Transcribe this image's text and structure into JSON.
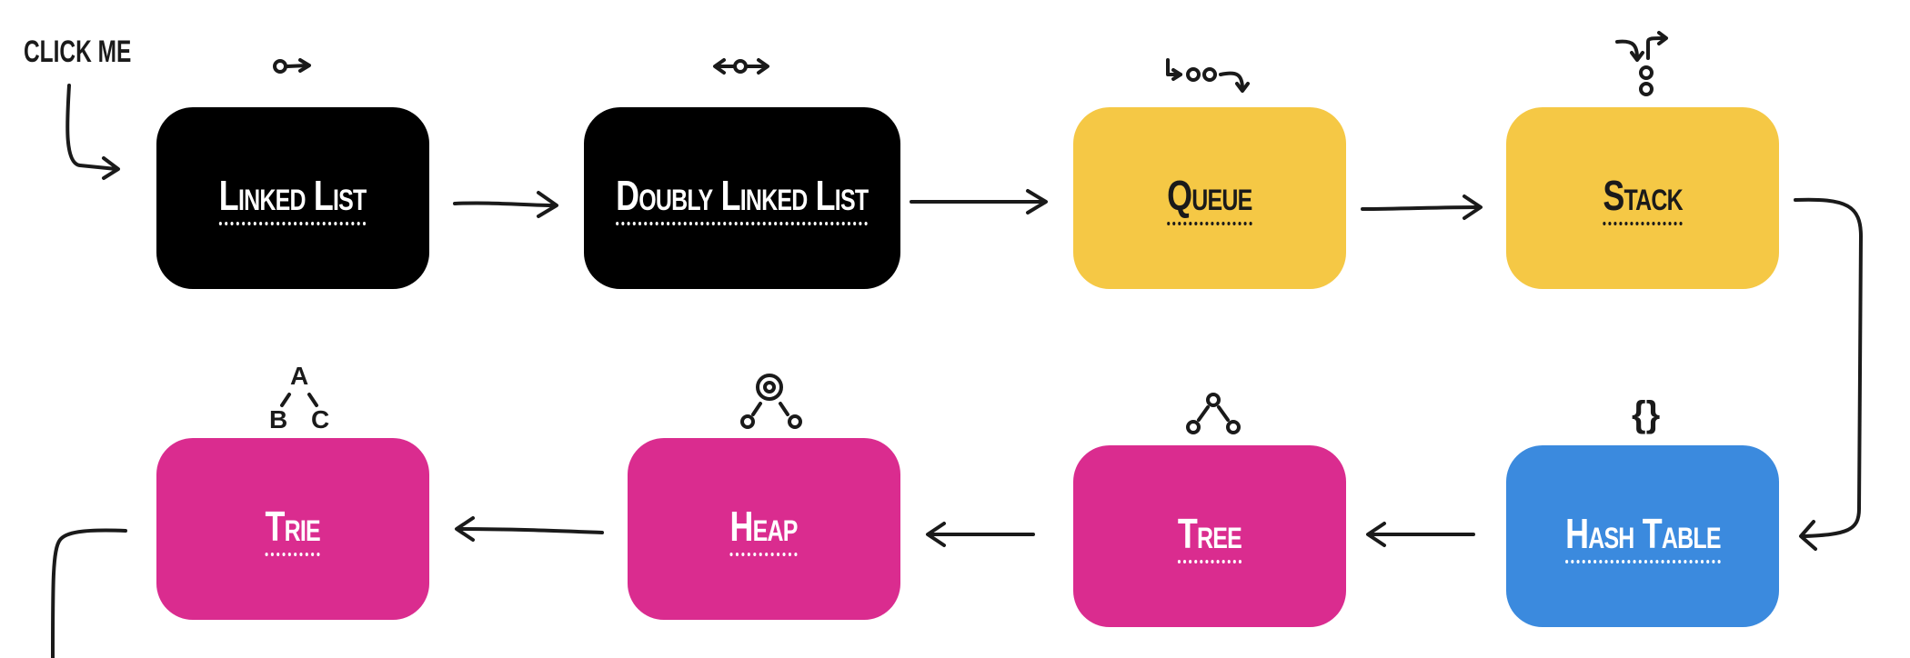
{
  "start_label": "CLICK ME",
  "nodes": {
    "linked_list": {
      "label": "Linked List",
      "color": "#000000"
    },
    "doubly_linked_list": {
      "label": "Doubly Linked List",
      "color": "#000000"
    },
    "queue": {
      "label": "Queue",
      "color": "#f5c845"
    },
    "stack": {
      "label": "Stack",
      "color": "#f5c845"
    },
    "hash_table": {
      "label": "Hash Table",
      "color": "#3b8ade"
    },
    "tree": {
      "label": "Tree",
      "color": "#da2c8f"
    },
    "heap": {
      "label": "Heap",
      "color": "#da2c8f"
    },
    "trie": {
      "label": "Trie",
      "color": "#da2c8f"
    }
  },
  "icons": {
    "hash_table_symbol": "{}",
    "trie_letters": [
      "A",
      "B",
      "C"
    ]
  }
}
